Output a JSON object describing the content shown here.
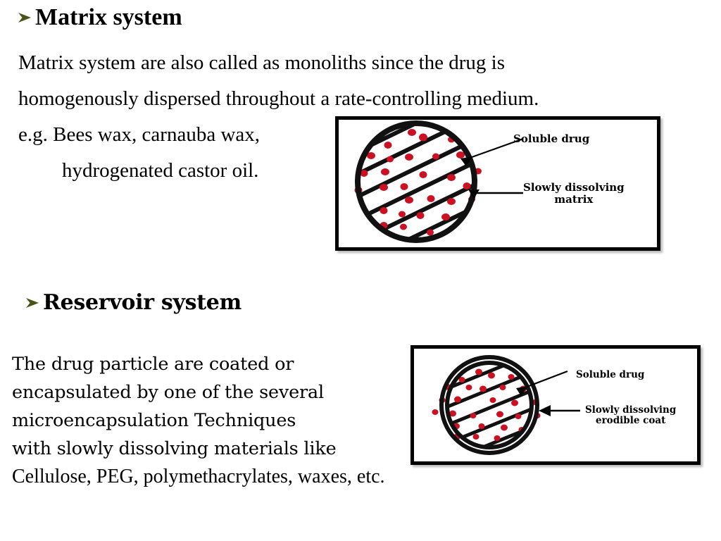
{
  "slide": {
    "background_color": "#ffffff",
    "text_color": "#000000",
    "bullet_color": "#4a5318",
    "accent_dot_color": "#cc1122"
  },
  "sections": [
    {
      "id": "matrix",
      "bullet_icon": "arrow-bullet-icon",
      "heading": "Matrix system",
      "body_lines": [
        "Matrix system are also called as monoliths since the drug is",
        "homogenously dispersed throughout a rate-controlling medium.",
        "e.g. Bees wax, carnauba wax,",
        "hydrogenated castor oil."
      ]
    },
    {
      "id": "reservoir",
      "bullet_icon": "arrow-bullet-icon",
      "heading": "Reservoir system",
      "body_lines": [
        "The drug particle are coated or",
        "encapsulated by one of the several",
        "microencapsulation Techniques",
        "with slowly dissolving materials like",
        "Cellulose, PEG, polymethacrylates, waxes, etc."
      ]
    }
  ],
  "diagrams": [
    {
      "id": "matrix-diagram",
      "name": "matrix-system-diagram",
      "shape": "hatched-circle-with-dots",
      "rings": 1,
      "labels": {
        "drug": "Soluble drug",
        "matrix_line1": "Slowly dissolving",
        "matrix_line2": "matrix"
      }
    },
    {
      "id": "reservoir-diagram",
      "name": "reservoir-system-diagram",
      "shape": "hatched-circle-with-outer-coat",
      "rings": 2,
      "labels": {
        "drug": "Soluble drug",
        "coat_line1": "Slowly dissolving",
        "coat_line2": "erodible coat"
      }
    }
  ]
}
